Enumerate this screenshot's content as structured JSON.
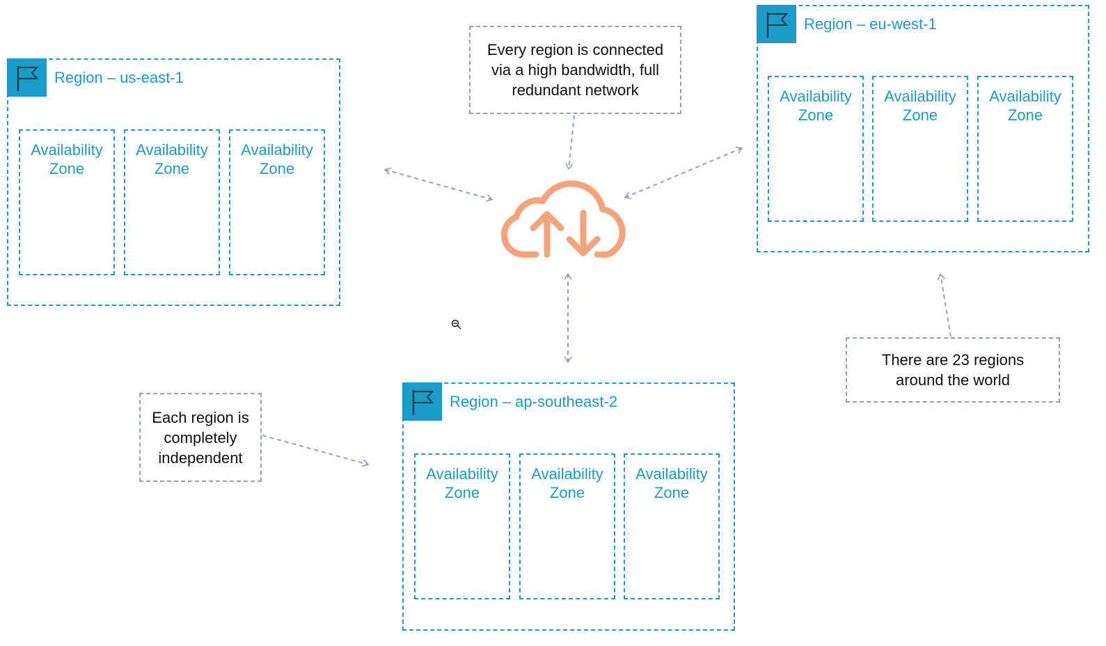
{
  "regions": {
    "us_east_1": {
      "title": "Region – us-east-1"
    },
    "eu_west_1": {
      "title": "Region – eu-west-1"
    },
    "ap_southeast_2": {
      "title": "Region – ap-southeast-2"
    }
  },
  "availability_zone": {
    "line1": "Availability",
    "line2": "Zone"
  },
  "notes": {
    "connected": {
      "line1": "Every region is connected",
      "line2": "via a high bandwidth, full",
      "line3": "redundant network"
    },
    "independent": {
      "line1": "Each region is",
      "line2": "completely",
      "line3": "independent"
    },
    "regions_count": {
      "line1": "There are 23 regions",
      "line2": "around the world"
    }
  },
  "icons": {
    "region": "flag-icon",
    "network": "cloud-upload-download-icon",
    "cursor": "zoom-out-cursor-icon"
  },
  "colors": {
    "region_accent": "#1a9cc9",
    "cloud": "#f4a37a",
    "arrow": "#8da3bd",
    "note_text": "#111111"
  }
}
